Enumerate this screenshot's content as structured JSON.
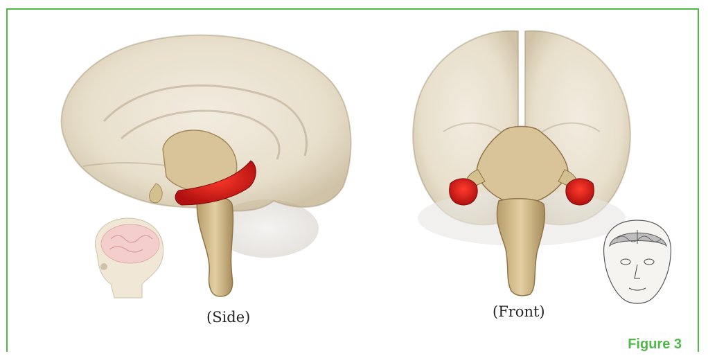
{
  "captions": {
    "side": "(Side)",
    "front": "(Front)"
  },
  "figure_label": "Figure 3",
  "colors": {
    "frame": "#4fb848",
    "brain": "#d8c9a8",
    "brainstem": "#d4bf8e",
    "highlight": "#d42020",
    "label": "#4fb848"
  }
}
